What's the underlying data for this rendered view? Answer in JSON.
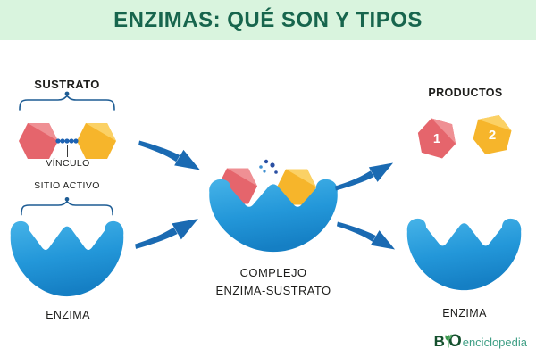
{
  "header": {
    "title": "ENZIMAS: QUÉ SON Y TIPOS"
  },
  "diagram": {
    "substrate": {
      "label": "SUSTRATO",
      "bond_label": "VÍNCULO"
    },
    "enzyme_left": {
      "active_site_label": "SITIO ACTIVO",
      "label": "ENZIMA"
    },
    "complex": {
      "label_line1": "COMPLEJO",
      "label_line2": "ENZIMA-SUSTRATO"
    },
    "products": {
      "label": "PRODUCTOS",
      "product1": "1",
      "product2": "2"
    },
    "enzyme_right": {
      "label": "ENZIMA"
    }
  },
  "logo": {
    "b": "B",
    "o": "O",
    "rest": "enciclopedia"
  },
  "colors": {
    "banner_bg": "#d9f4de",
    "title_green": "#17654d",
    "enzyme_blue_light": "#46b3e8",
    "enzyme_blue_dark": "#157fc4",
    "substrate_red": "#e5656c",
    "substrate_red_light": "#ef9094",
    "substrate_yellow": "#f6b52b",
    "substrate_yellow_light": "#fbd165",
    "arrow_blue": "#1a6ab2",
    "brace_navy": "#1d5c94",
    "label_dark": "#1d1d1b",
    "logo_dark_green": "#15502e",
    "logo_teal": "#3f9f85"
  }
}
